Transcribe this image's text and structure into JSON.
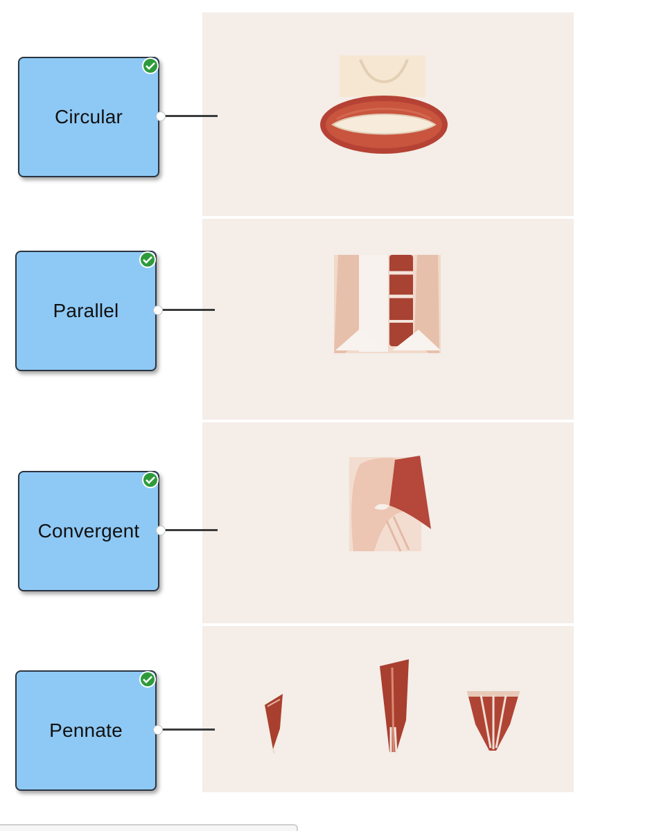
{
  "labels": [
    {
      "text": "Circular",
      "correct": true
    },
    {
      "text": "Parallel",
      "correct": true
    },
    {
      "text": "Convergent",
      "correct": true
    },
    {
      "text": "Pennate",
      "correct": true
    }
  ],
  "icons": {
    "correct": "check-circle-icon"
  },
  "colors": {
    "label_fill": "#8ec9f5",
    "label_border": "#2b3440",
    "panel_bg": "#f4ede8",
    "check_green": "#2e9b3a",
    "muscle": "#b9463a"
  }
}
